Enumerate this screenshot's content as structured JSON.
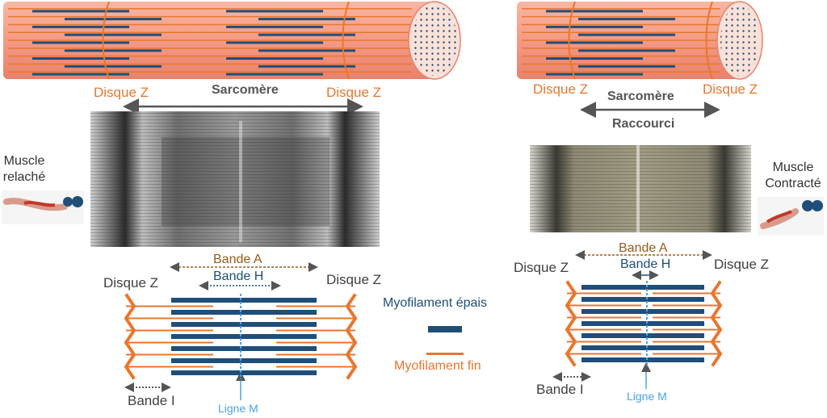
{
  "colors": {
    "thick_filament": "#1f4e79",
    "thin_filament": "#e8772e",
    "fiber_fill": "#f4a08a",
    "disc": "#e8772e"
  },
  "left": {
    "z_disc_left": "Disque Z",
    "z_disc_right": "Disque Z",
    "sarcomere": "Sarcomère",
    "state_line1": "Muscle",
    "state_line2": "relaché",
    "band_a": "Bande A",
    "band_h": "Bande H",
    "diagram_z_left": "Disque Z",
    "diagram_z_right": "Disque Z",
    "band_i": "Bande I",
    "m_line": "Ligne M"
  },
  "right": {
    "z_disc_left": "Disque Z",
    "z_disc_right": "Disque Z",
    "sarcomere": "Sarcomère",
    "shortened": "Raccourci",
    "state_line1": "Muscle",
    "state_line2": "Contracté",
    "band_a": "Bande A",
    "band_h": "Bande H",
    "diagram_z_left": "Disque Z",
    "diagram_z_right": "Disque Z",
    "band_i": "Bande I",
    "m_line": "Ligne M"
  },
  "legend": {
    "thick": "Myofilament épais",
    "thin": "Myofilament fin"
  }
}
